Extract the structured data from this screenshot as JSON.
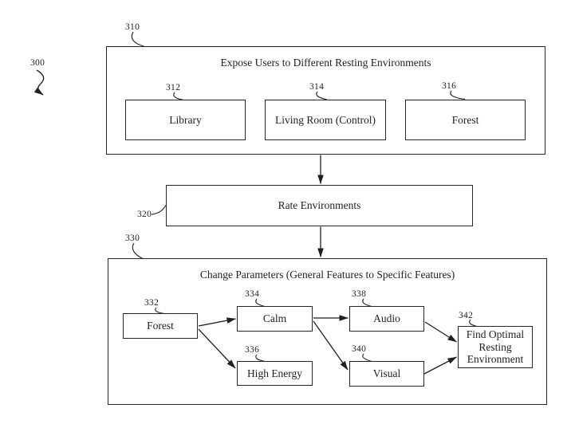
{
  "colors": {
    "ink": "#1f1f1f",
    "paper": "#ffffff"
  },
  "figure": {
    "ref": "300"
  },
  "expose": {
    "ref": "310",
    "title": "Expose Users to Different Resting Environments",
    "items": [
      {
        "ref": "312",
        "label": "Library"
      },
      {
        "ref": "314",
        "label": "Living Room (Control)"
      },
      {
        "ref": "316",
        "label": "Forest"
      }
    ]
  },
  "rate": {
    "ref": "320",
    "label": "Rate Environments"
  },
  "change": {
    "ref": "330",
    "title": "Change Parameters (General Features to Specific Features)",
    "nodes": [
      {
        "ref": "332",
        "label": "Forest"
      },
      {
        "ref": "334",
        "label": "Calm"
      },
      {
        "ref": "336",
        "label": "High Energy"
      },
      {
        "ref": "338",
        "label": "Audio"
      },
      {
        "ref": "340",
        "label": "Visual"
      },
      {
        "ref": "342",
        "label": "Find Optimal Resting Environment"
      }
    ]
  }
}
